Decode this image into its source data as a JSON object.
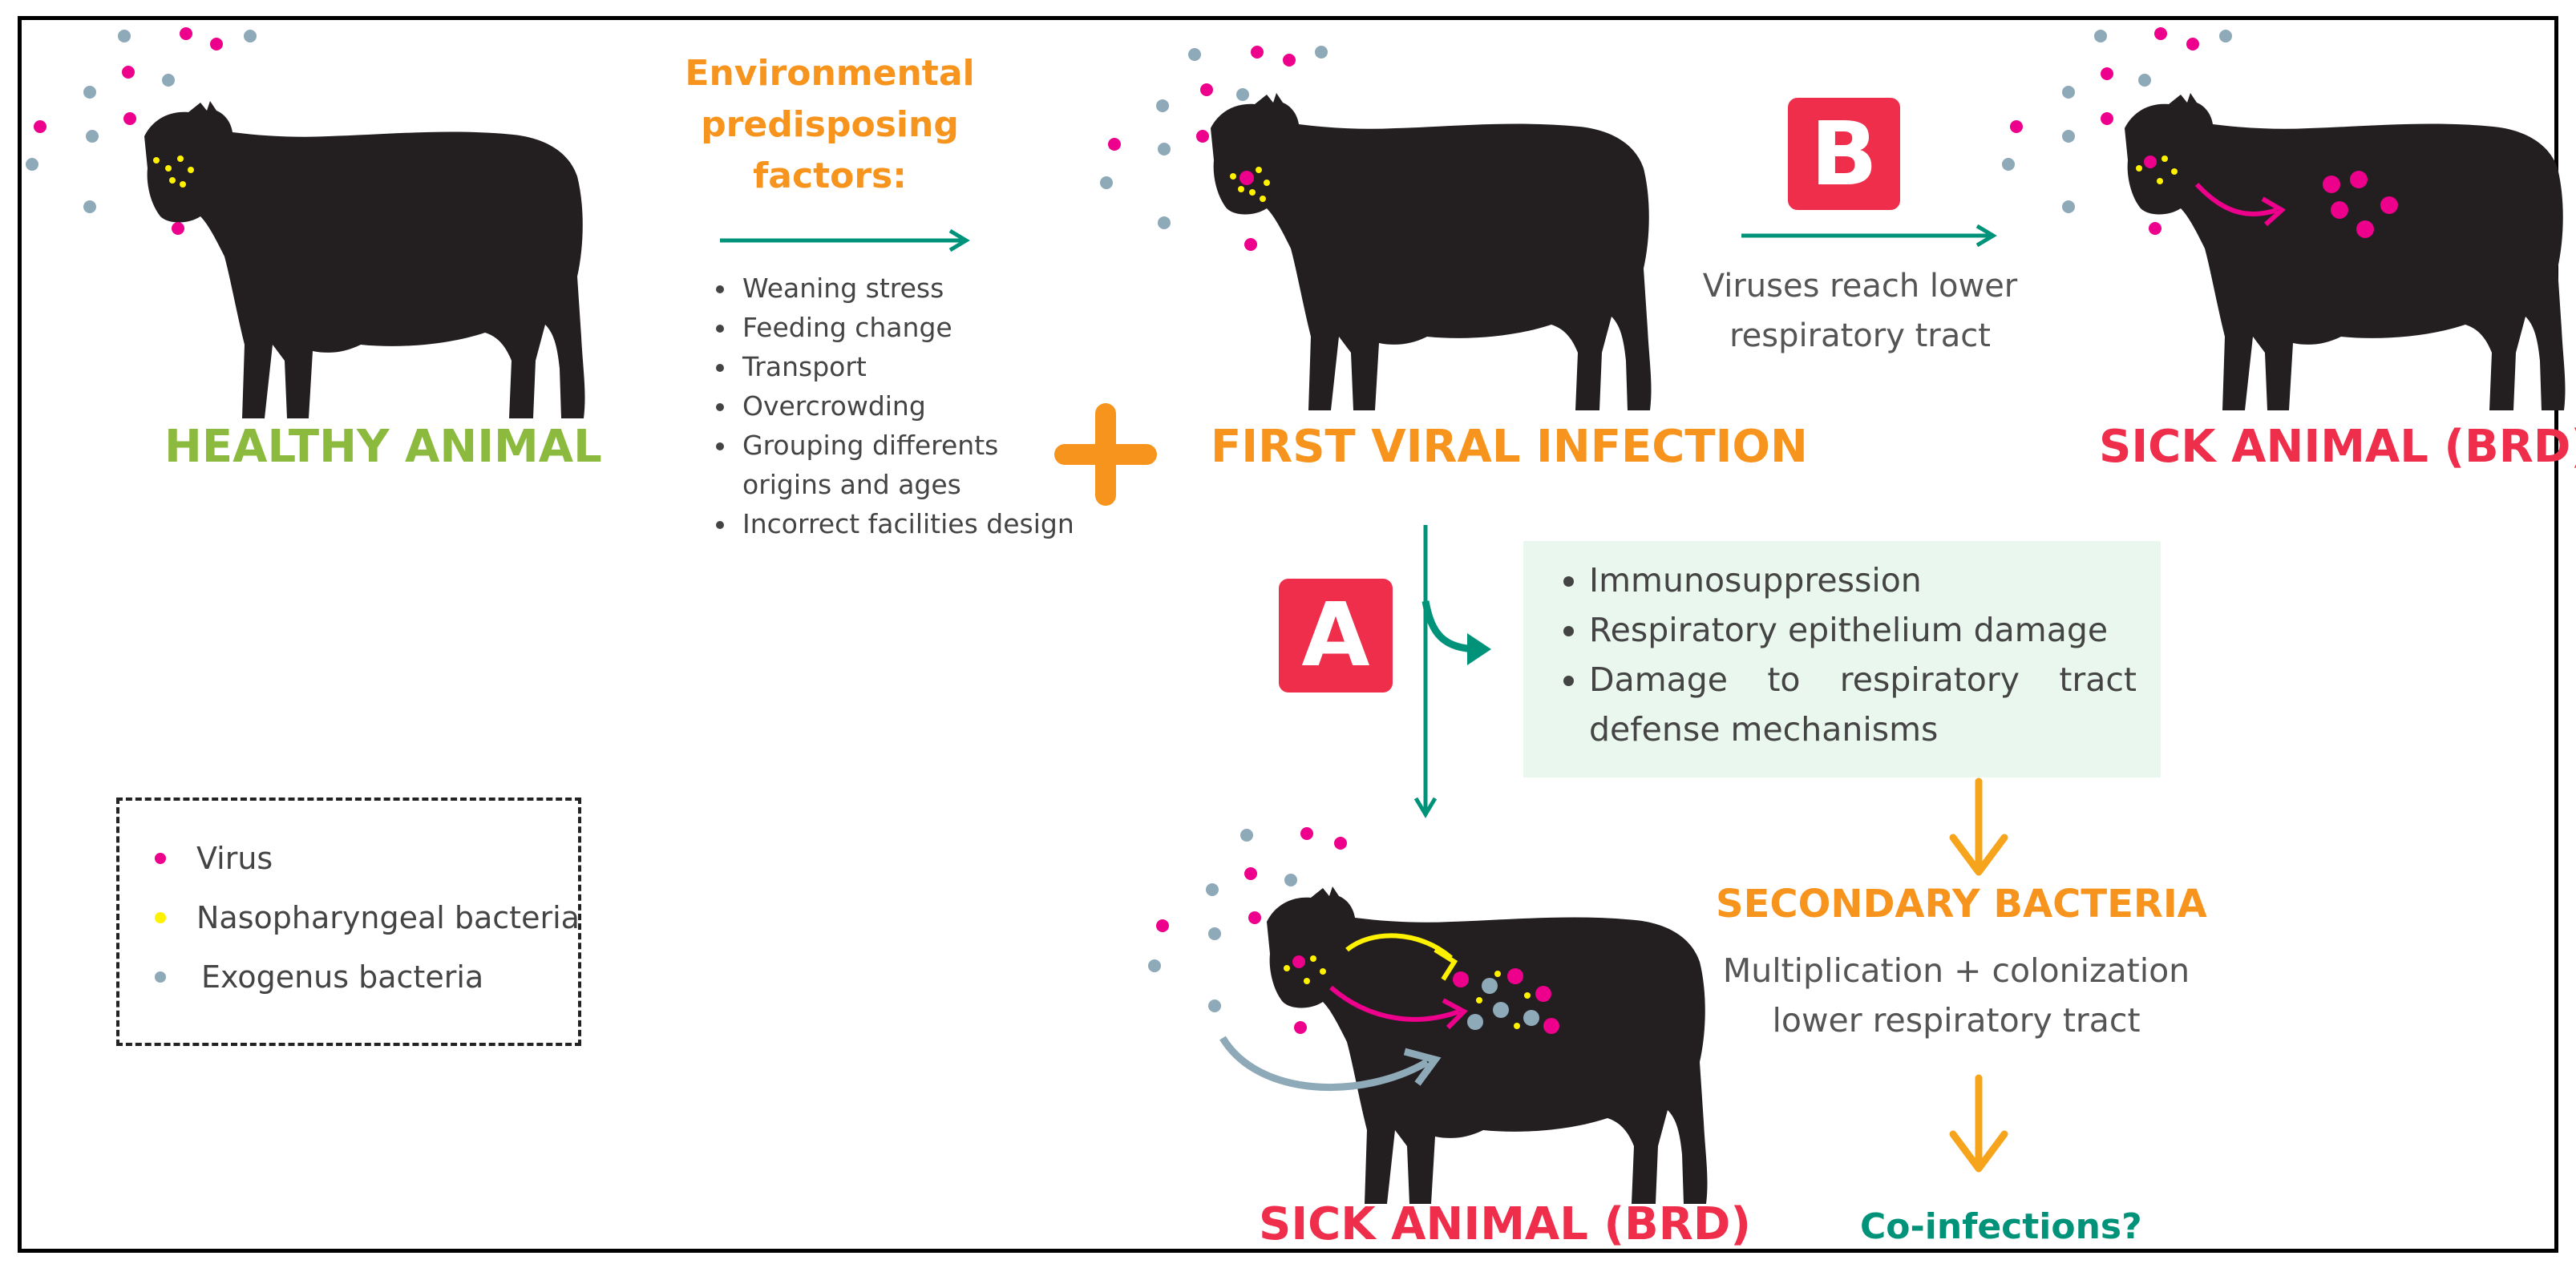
{
  "colors": {
    "virus": "#ec008c",
    "nasopharyngeal_bacteria": "#fff200",
    "exogenous_bacteria": "#8ea9b8",
    "arrow_green": "#00937a",
    "arrow_orange": "#f7a41d",
    "badge_red": "#ee2e4b"
  },
  "healthy": {
    "title": "HEALTHY ANIMAL"
  },
  "environment": {
    "title_lines": [
      "Environmental",
      "predisposing",
      "factors:"
    ],
    "factors": [
      "Weaning stress",
      "Feeding change",
      "Transport",
      "Overcrowding",
      "Grouping differents origins and ages",
      "Incorrect facilities design"
    ]
  },
  "first_infection": {
    "title": "FIRST VIRAL INFECTION"
  },
  "path_b": {
    "badge": "B",
    "caption_lines": [
      "Viruses reach lower",
      "respiratory tract"
    ],
    "result_title": "SICK ANIMAL (BRD)"
  },
  "path_a": {
    "badge": "A",
    "mechanisms": [
      "Immunosuppression",
      "Respiratory epithelium damage",
      "Damage to respiratory tract defense mechanisms"
    ],
    "secondary_title": "SECONDARY BACTERIA",
    "secondary_caption_lines": [
      "Multiplication + colonization",
      "lower respiratory tract"
    ],
    "coinfections": "Co-infections?",
    "result_title": "SICK ANIMAL (BRD)"
  },
  "legend": {
    "items": [
      {
        "label": "Virus",
        "color": "#ec008c"
      },
      {
        "label": "Nasopharyngeal bacteria",
        "color": "#fff200"
      },
      {
        "label": "Exogenus bacteria",
        "color": "#8ea9b8"
      }
    ]
  }
}
